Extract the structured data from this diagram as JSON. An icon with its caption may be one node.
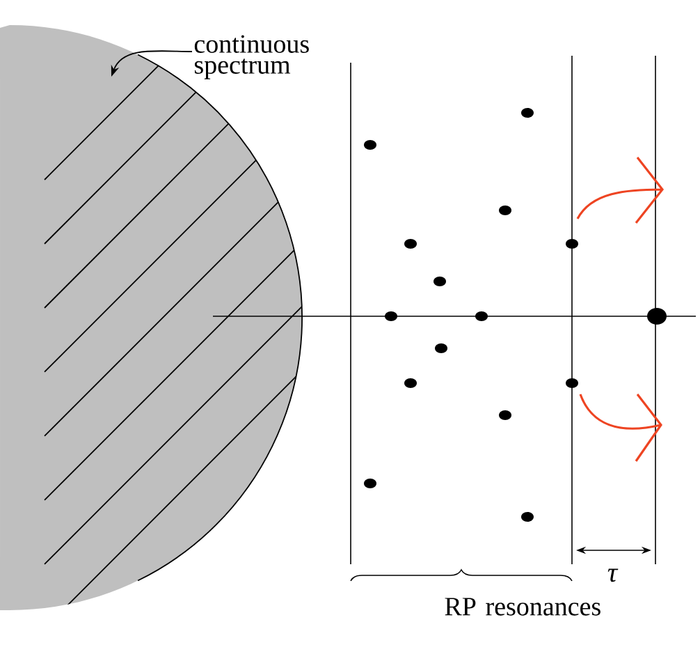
{
  "diagram": {
    "nodes": [
      {
        "text": [
          "continuous spectrum"
        ]
      },
      {
        "text": [],
        "shape": "circle"
      }
    ],
    "edges": [
      {
        "from": 0,
        "to": 1,
        "arrow": "to"
      }
    ],
    "labels": [
      "RP resonances",
      "τ"
    ]
  }
}
